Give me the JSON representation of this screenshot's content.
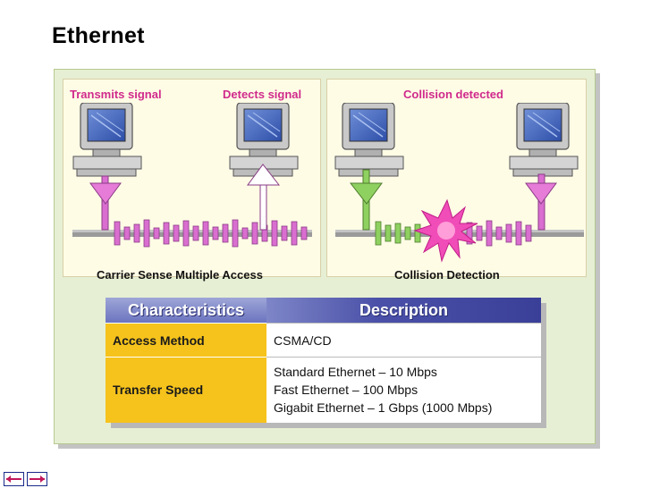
{
  "title": "Ethernet",
  "left_panel": {
    "transmit_label": "Transmits signal",
    "detect_label": "Detects signal",
    "caption": "Carrier Sense Multiple Access"
  },
  "right_panel": {
    "collision_label": "Collision detected",
    "caption": "Collision Detection"
  },
  "table": {
    "headers": [
      "Characteristics",
      "Description"
    ],
    "rows": [
      {
        "characteristic": "Access Method",
        "description": [
          "CSMA/CD"
        ]
      },
      {
        "characteristic": "Transfer Speed",
        "description": [
          "Standard Ethernet – 10 Mbps",
          "Fast Ethernet – 100 Mbps",
          "Gigabit Ethernet – 1 Gbps (1000 Mbps)"
        ]
      }
    ]
  },
  "colors": {
    "label_magenta": "#d02a8c",
    "signal_pink": "#d96ed0",
    "signal_green": "#8fd160",
    "collision_burst": "#f04db8",
    "table_char_bg": "#f6c31c",
    "header_blue": "#4b51a8",
    "frame_bg": "#e6efd3",
    "panel_bg": "#fffce6"
  },
  "icons": [
    "computer-icon",
    "arrow-down-icon",
    "arrow-up-icon",
    "collision-burst-icon",
    "nav-icon"
  ]
}
